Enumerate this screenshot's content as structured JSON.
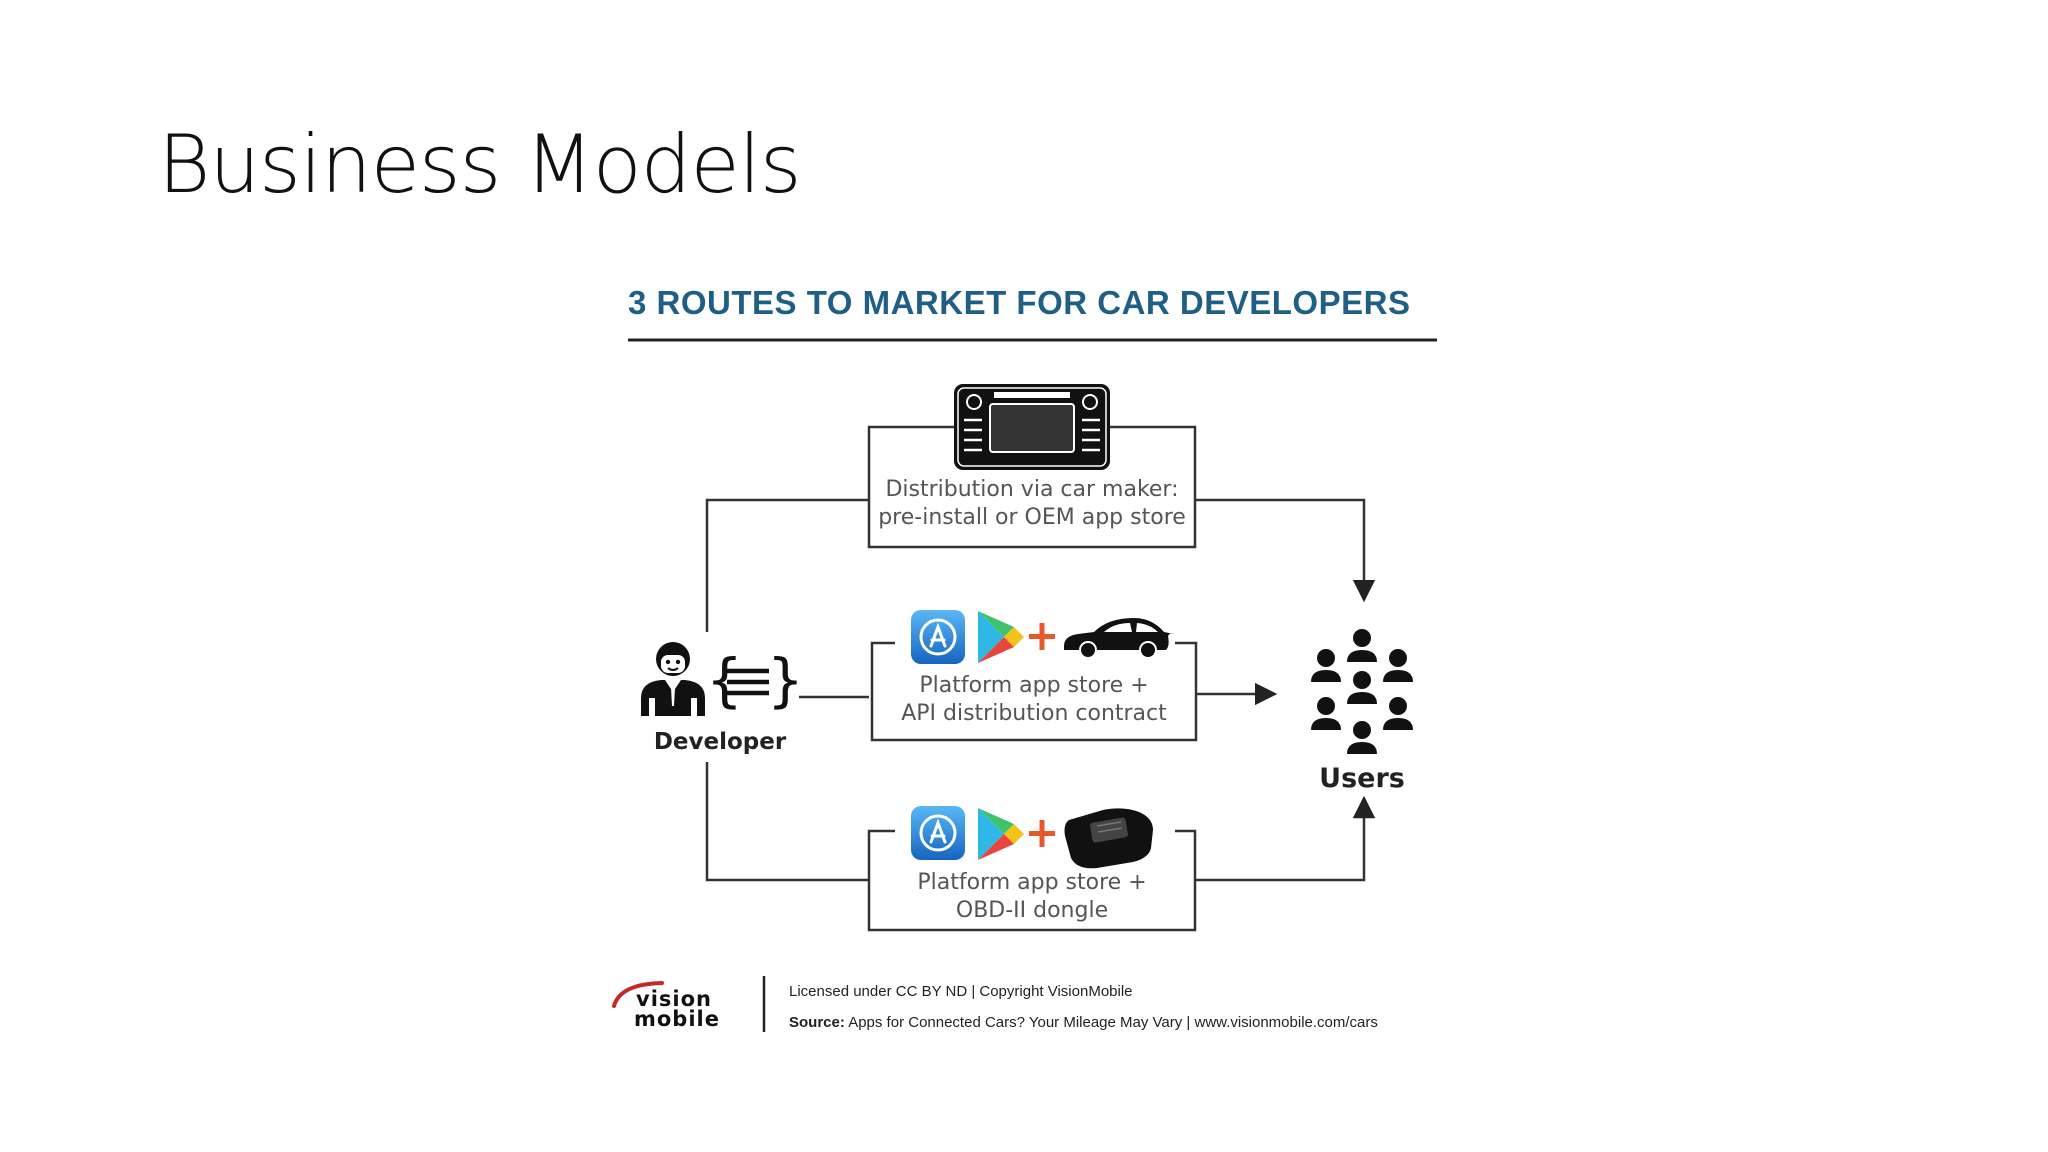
{
  "slide": {
    "title": "Business Models"
  },
  "diagram": {
    "heading": "3 ROUTES TO MARKET FOR CAR DEVELOPERS",
    "developer_label": "Developer",
    "users_label": "Users",
    "routes": [
      {
        "line1": "Distribution via car maker:",
        "line2": "pre-install or OEM app store",
        "icon": "car-head-unit-icon"
      },
      {
        "line1": "Platform app store +",
        "line2": "API distribution contract",
        "icons": [
          "app-store-icon",
          "google-play-icon",
          "plus-icon",
          "car-icon"
        ]
      },
      {
        "line1": "Platform app store +",
        "line2": "OBD-II dongle",
        "icons": [
          "app-store-icon",
          "google-play-icon",
          "plus-icon",
          "obd-dongle-icon"
        ]
      }
    ],
    "footer": {
      "logo_line1": "vision",
      "logo_line2": "mobile",
      "license": "Licensed under CC BY ND | Copyright VisionMobile",
      "source_label": "Source:",
      "source_text": "Apps for Connected Cars? Your Mileage May Vary | www.visionmobile.com/cars"
    },
    "colors": {
      "heading": "#1f5f86",
      "plus": "#e8582a",
      "app_store": "#1e88e5",
      "line": "#333333"
    }
  }
}
